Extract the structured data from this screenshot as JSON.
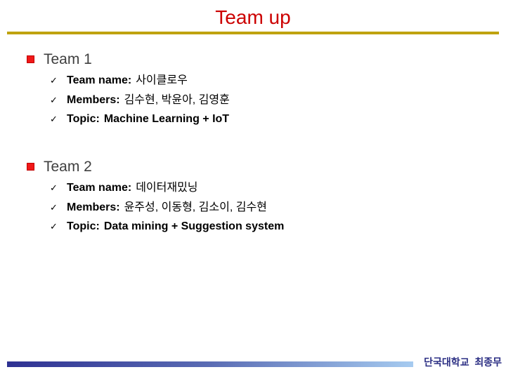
{
  "slide": {
    "title": "Team up",
    "check_glyph": "✓",
    "sections": [
      {
        "heading": "Team 1",
        "items": [
          {
            "label": "Team name:",
            "value": "사이클로우"
          },
          {
            "label": "Members:",
            "value": "김수현, 박윤아, 김영훈"
          },
          {
            "label": "Topic:",
            "value": "Machine Learning + IoT"
          }
        ]
      },
      {
        "heading": "Team 2",
        "items": [
          {
            "label": "Team name:",
            "value": "데이터재밌닝"
          },
          {
            "label": "Members:",
            "value": "윤주성, 이동형, 김소이, 김수현"
          },
          {
            "label": "Topic:",
            "value": "Data mining + Suggestion system"
          }
        ]
      }
    ],
    "footer": {
      "credit": "단국대학교  최종무"
    },
    "colors": {
      "title_red": "#cc0000",
      "rule_gold": "#bfa30f",
      "bullet_red": "#f01818",
      "heading_gray": "#3f3f3f",
      "bar_gradient_start": "#2e3192",
      "bar_gradient_end": "#a6cbf0",
      "credit_navy": "#2b2e83"
    }
  }
}
